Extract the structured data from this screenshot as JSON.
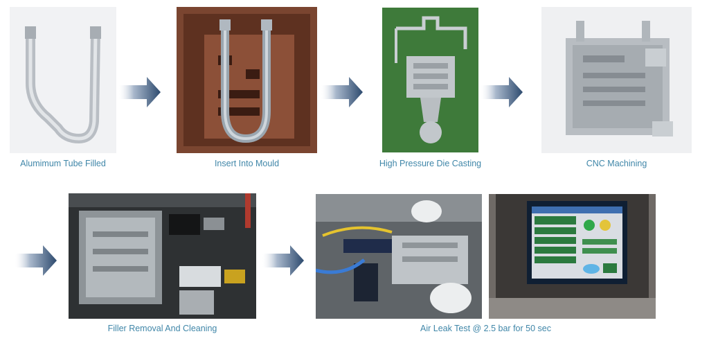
{
  "steps": [
    {
      "label": "Alumimum Tube Filled",
      "image": "aluminium-u-tube-photo"
    },
    {
      "label": "Insert Into Mould",
      "image": "tube-in-mould-photo"
    },
    {
      "label": "High Pressure Die Casting",
      "image": "die-cast-part-photo"
    },
    {
      "label": "CNC Machining",
      "image": "machined-part-photo"
    },
    {
      "label": "Filler Removal And Cleaning",
      "image": "cleaning-fixture-photo"
    },
    {
      "label": "Air Leak Test @ 2.5 bar for 50 sec",
      "image": "leak-test-photo"
    }
  ],
  "arrow_icon": "process-flow-arrow-icon",
  "colors": {
    "caption": "#3f86a8",
    "arrow_dark": "#2d4a6e",
    "arrow_light": "#e8eef5"
  }
}
